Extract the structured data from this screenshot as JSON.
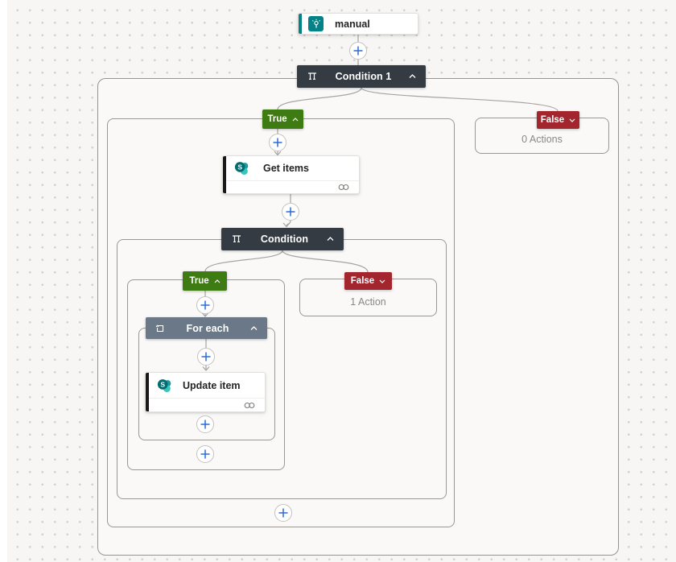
{
  "flow": {
    "trigger": {
      "label": "manual"
    },
    "condition1": {
      "label": "Condition 1",
      "true_branch": {
        "label": "True"
      },
      "false_branch": {
        "label": "False",
        "summary": "0 Actions"
      }
    },
    "get_items": {
      "label": "Get items"
    },
    "condition2": {
      "label": "Condition",
      "true_branch": {
        "label": "True"
      },
      "false_branch": {
        "label": "False",
        "summary": "1 Action"
      }
    },
    "for_each": {
      "label": "For each"
    },
    "update_item": {
      "label": "Update item"
    }
  },
  "icons": {
    "trigger": "touch-icon",
    "condition": "balance-scale-icon",
    "for_each": "loop-icon",
    "connector_service": "sharepoint-icon",
    "connection": "link-icon",
    "add_step": "plus-icon",
    "collapse": "chevron-up-icon",
    "expand": "chevron-down-icon"
  },
  "colors": {
    "true_badge": "#3E7B13",
    "false_badge": "#A3262E",
    "condition_header": "#343B43",
    "foreach_header": "#6B7887",
    "trigger_teal": "#038387",
    "plus_blue": "#2B6BD8",
    "connector": "#A6A4A2",
    "summary_text": "#8A8886"
  }
}
